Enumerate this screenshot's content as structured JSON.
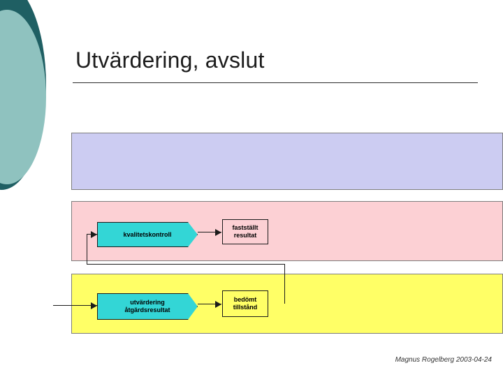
{
  "slide": {
    "title": "Utvärdering, avslut",
    "footer": "Magnus Rogelberg 2003-04-24"
  },
  "decor": {
    "oval_back_color": "#1f5f63",
    "oval_front_color": "#8fc2bf"
  },
  "diagram": {
    "bands": [
      {
        "name": "top",
        "label": "",
        "color": "#ccccf2"
      },
      {
        "name": "middle",
        "label": "",
        "color": "#fcd0d4"
      },
      {
        "name": "bottom",
        "label": "",
        "color": "#ffff66"
      }
    ],
    "process_boxes": [
      {
        "label": "kvalitetskontroll",
        "color": "#33d6d6"
      },
      {
        "label": "utvärdering\nåtgärdsresultat",
        "color": "#33d6d6"
      }
    ],
    "process_kontroll_label": "kvalitetskontroll",
    "process_utvardering_line1": "utvärdering",
    "process_utvardering_line2": "åtgärdsresultat",
    "result_faststallt_line1": "fastställt",
    "result_faststallt_line2": "resultat",
    "result_bedomt_line1": "bedömt",
    "result_bedomt_line2": "tillstånd"
  }
}
